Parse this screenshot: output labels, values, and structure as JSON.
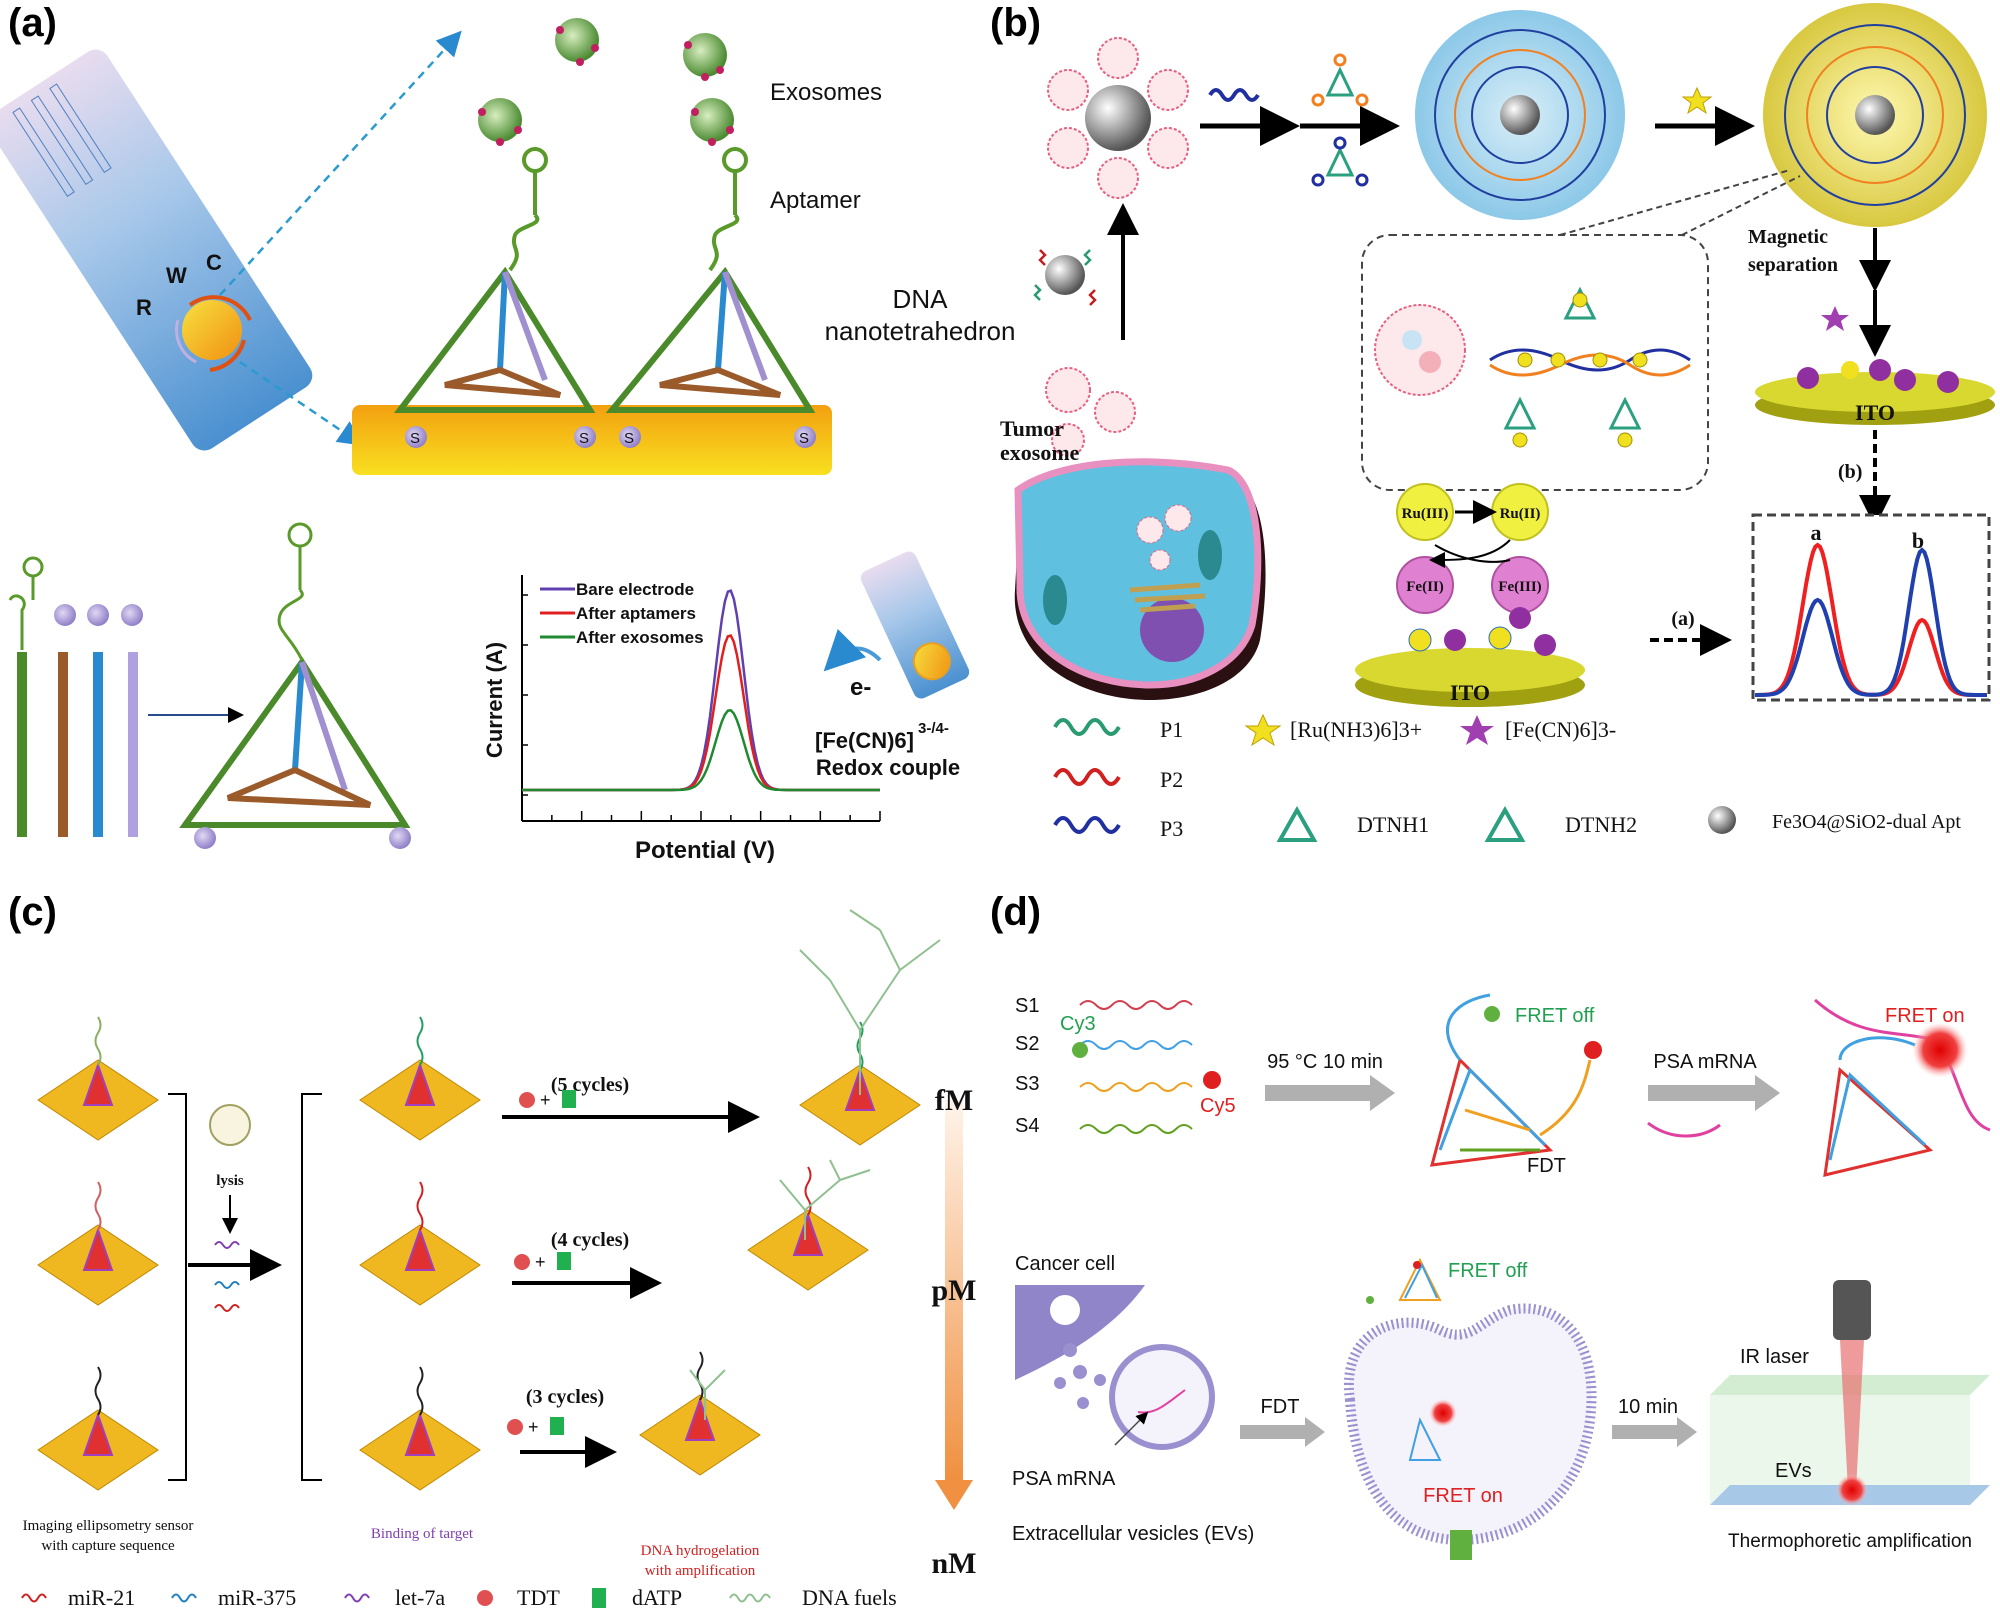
{
  "panels": {
    "a": {
      "label": "(a)",
      "electrode_letters": {
        "w": "W",
        "c": "C",
        "r": "R"
      },
      "exosomes": "Exosomes",
      "aptamer": "Aptamer",
      "tetra_line1": "DNA",
      "tetra_line2": "nanotetrahedron",
      "thiol": "S",
      "plot": {
        "ylabel": "Current (A)",
        "xlabel": "Potential (V)",
        "legend": [
          "Bare electrode",
          "After aptamers",
          "After exosomes"
        ],
        "redox_line1": "[Fe(CN)6]",
        "redox_sup": "3-/4-",
        "redox_line2": "Redox couple",
        "electron": "e-"
      }
    },
    "b": {
      "label": "(b)",
      "magnetic_line1": "Magnetic",
      "magnetic_line2": "separation",
      "tumor_line1": "Tumor",
      "tumor_line2": "exosome",
      "ito": "ITO",
      "arrow_a": "(a)",
      "arrow_b": "(b)",
      "ru3": "Ru(III)",
      "ru2": "Ru(II)",
      "fe2": "Fe(II)",
      "fe3": "Fe(III)",
      "peak_a": "a",
      "peak_b": "b",
      "legend": {
        "p1": "P1",
        "p2": "P2",
        "p3": "P3",
        "ru_complex": "[Ru(NH3)6]3+",
        "fe_complex": "[Fe(CN)6]3-",
        "dtnh1": "DTNH1",
        "dtnh2": "DTNH2",
        "nanoparticle": "Fe3O4@SiO2-dual Apt"
      }
    },
    "c": {
      "label": "(c)",
      "lysis": "lysis",
      "cycles5": "(5 cycles)",
      "cycles4": "(4 cycles)",
      "cycles3": "(3 cycles)",
      "conc_top": "fM",
      "conc_mid": "pM",
      "conc_bot": "nM",
      "caption1_line1": "Imaging ellipsometry sensor",
      "caption1_line2": "with capture sequence",
      "caption2": "Binding of target",
      "caption3_line1": "DNA hydrogelation",
      "caption3_line2": "with amplification",
      "legend": [
        "miR-21",
        "miR-375",
        "let-7a",
        "TDT",
        "dATP",
        "DNA fuels"
      ]
    },
    "d": {
      "label": "(d)",
      "strands": [
        "S1",
        "S2",
        "S3",
        "S4"
      ],
      "cy3": "Cy3",
      "cy5": "Cy5",
      "heat_step": "95 °C 10 min",
      "fret_off": "FRET off",
      "fret_on": "FRET on",
      "fdt": "FDT",
      "psa_mrna": "PSA mRNA",
      "cancer_cell": "Cancer cell",
      "psa_mrna2": "PSA mRNA",
      "evs_caption": "Extracellular vesicles (EVs)",
      "fdt_step": "FDT",
      "time_step": "10 min",
      "ir_laser": "IR laser",
      "evs": "EVs",
      "thermo": "Thermophoretic amplification"
    }
  },
  "colors": {
    "green": "#4a8a2a",
    "blue": "#2a8ad0",
    "purple": "#9a86c8",
    "brown": "#9a5a2a",
    "gold": "#f0b020",
    "red": "#e02020",
    "navy": "#2030a0",
    "fret_green": "#20a050",
    "fret_red": "#e02020"
  }
}
